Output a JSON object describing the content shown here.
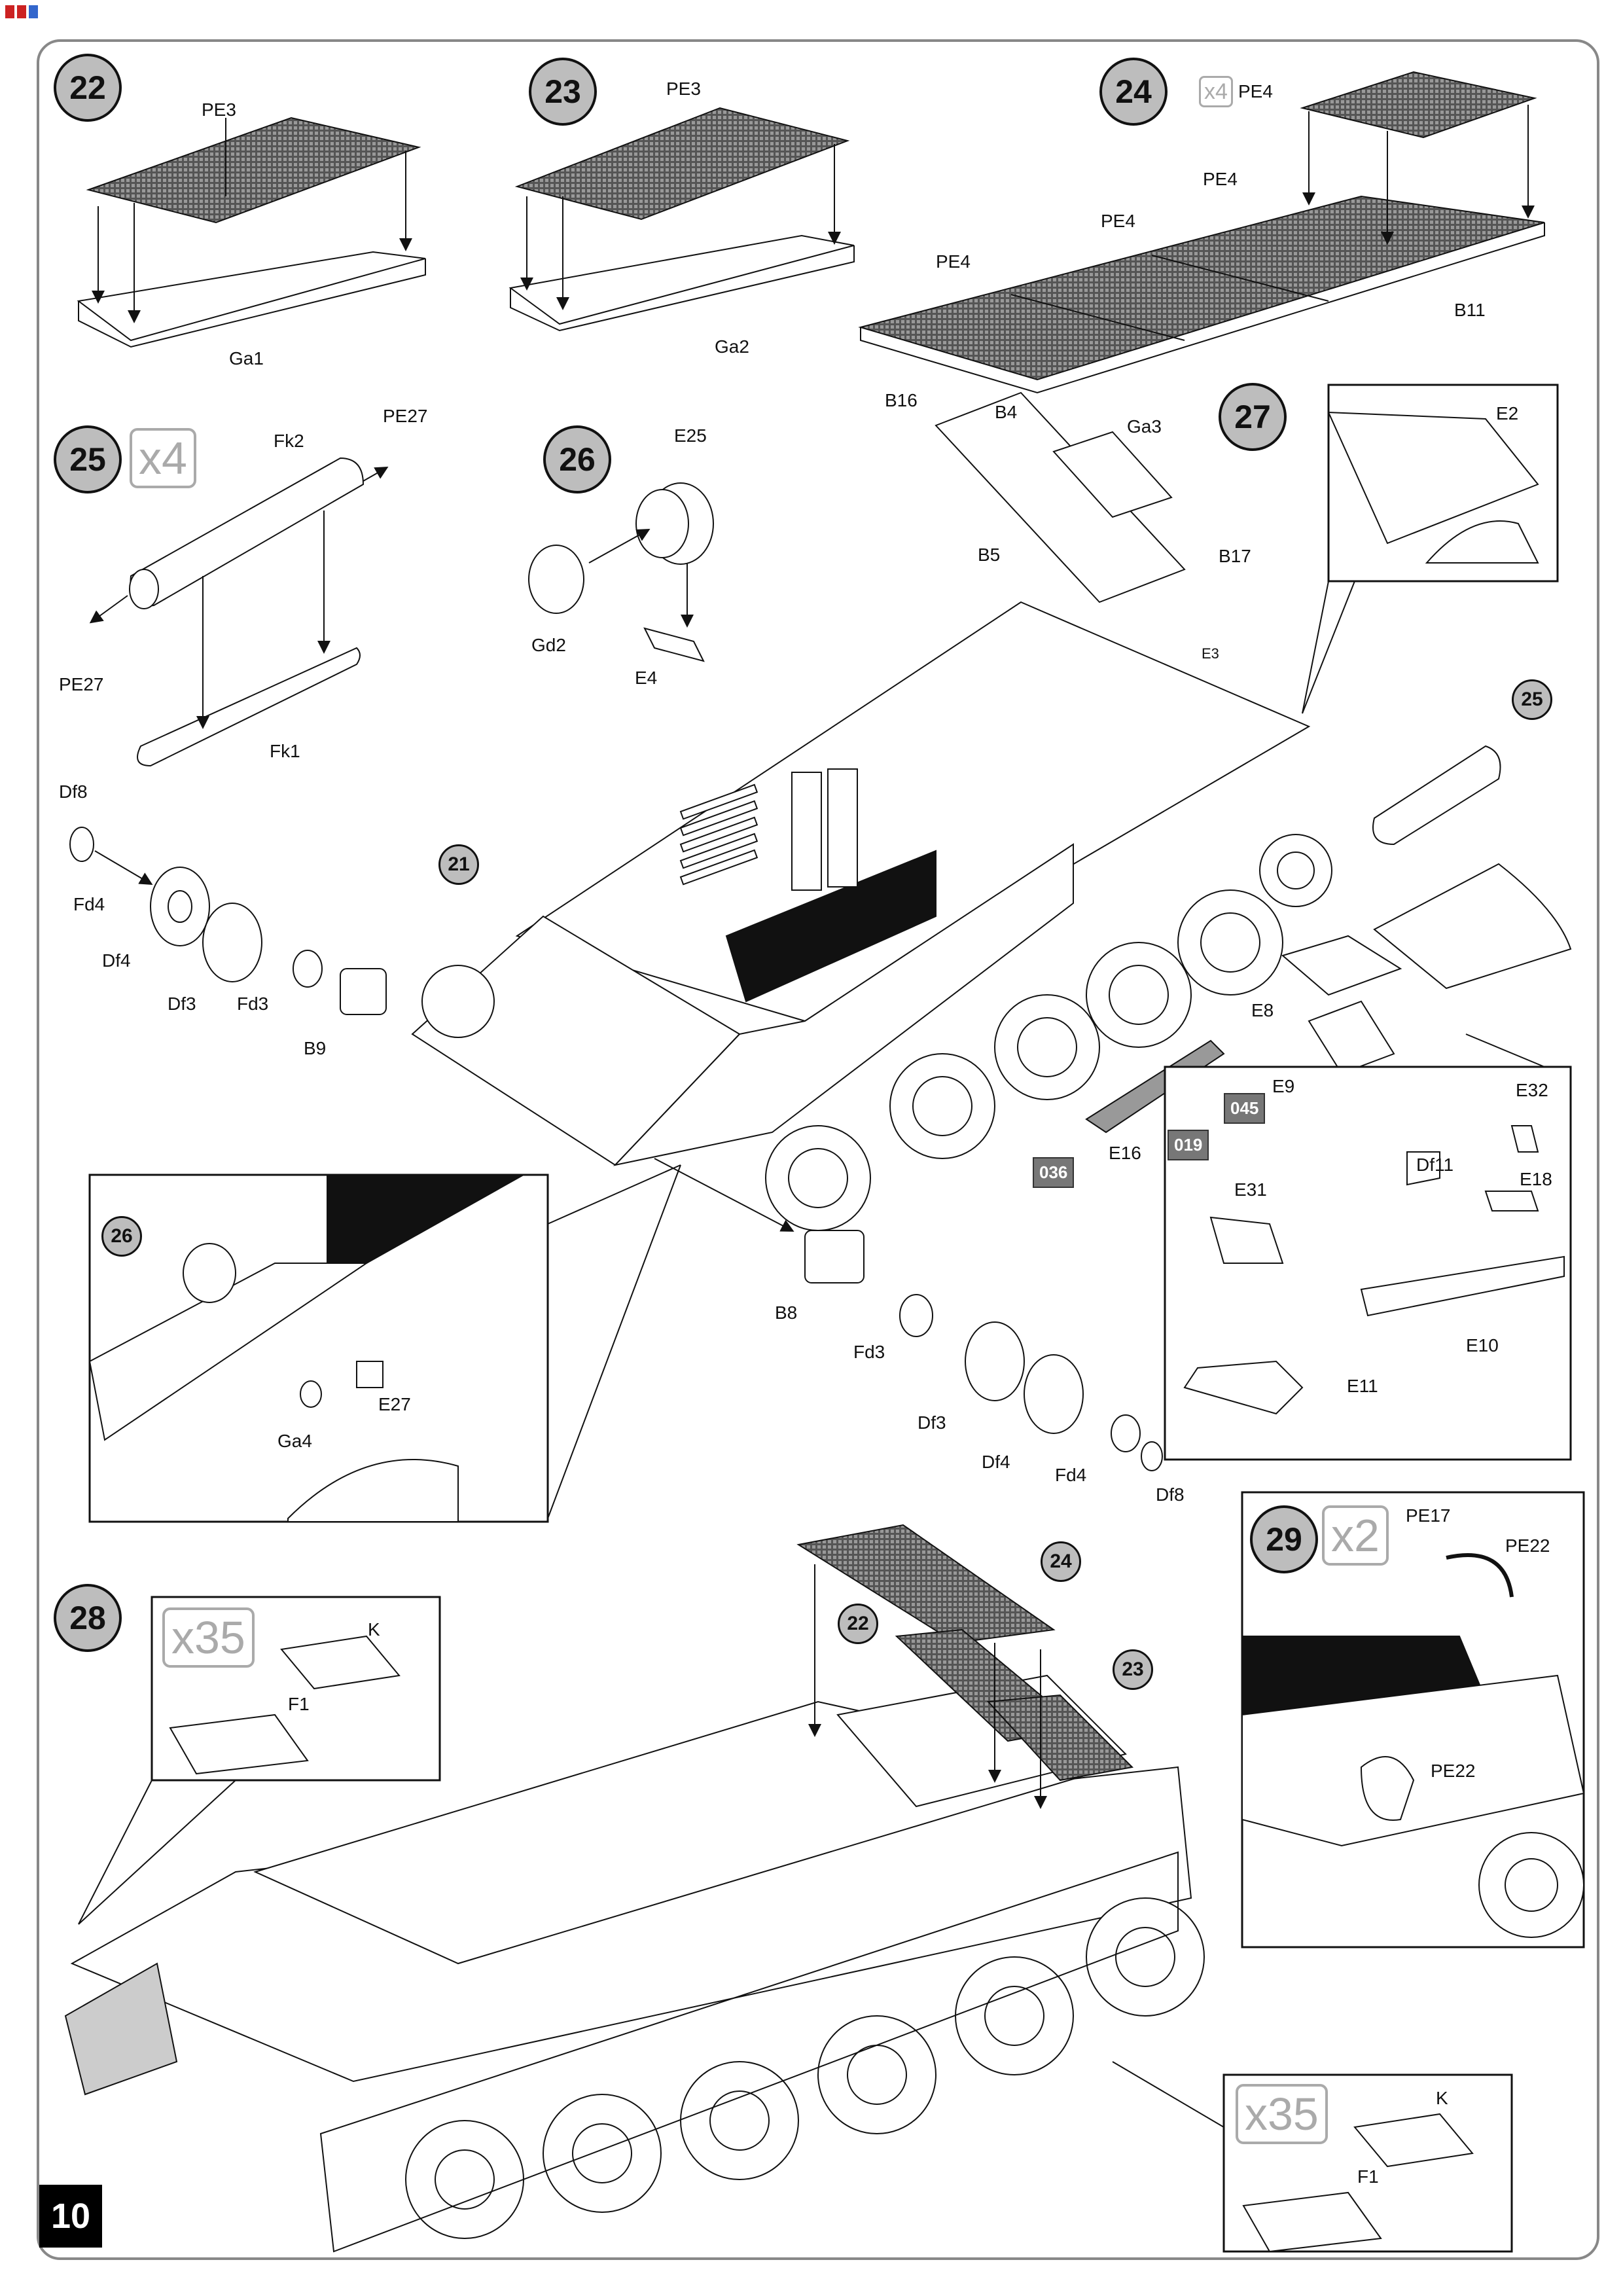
{
  "page": {
    "number": "10"
  },
  "steps": {
    "s22": "22",
    "s23": "23",
    "s24": "24",
    "s25": "25",
    "s26": "26",
    "s27": "27",
    "s28": "28",
    "s29": "29",
    "s21": "21"
  },
  "multipliers": {
    "s24": "x4",
    "s25": "x4",
    "s28": "x35",
    "s28b": "x35",
    "s29": "x2"
  },
  "labels": {
    "pe3a": "PE3",
    "ga1": "Ga1",
    "pe3b": "PE3",
    "ga2": "Ga2",
    "pe4a": "PE4",
    "pe4b": "PE4",
    "pe4c": "PE4",
    "pe4d": "PE4",
    "b11": "B11",
    "fk2": "Fk2",
    "pe27a": "PE27",
    "pe27b": "PE27",
    "fk1": "Fk1",
    "e25": "E25",
    "gd2": "Gd2",
    "e4": "E4",
    "b16": "B16",
    "b4": "B4",
    "ga3": "Ga3",
    "b5": "B5",
    "b17": "B17",
    "e3": "E3",
    "e2": "E2",
    "df8a": "Df8",
    "fd4a": "Fd4",
    "df4a": "Df4",
    "df3a": "Df3",
    "fd3a": "Fd3",
    "b9": "B9",
    "e8": "E8",
    "e9": "E9",
    "e16": "E16",
    "e32": "E32",
    "df11": "Df11",
    "e18": "E18",
    "e31": "E31",
    "e10": "E10",
    "e11": "E11",
    "e27": "E27",
    "ga4": "Ga4",
    "b8": "B8",
    "fd3b": "Fd3",
    "df3b": "Df3",
    "df4b": "Df4",
    "fd4b": "Fd4",
    "df8b": "Df8",
    "k1": "K",
    "f1a": "F1",
    "k2": "K",
    "f1b": "F1",
    "pe17": "PE17",
    "pe22a": "PE22",
    "pe22b": "PE22"
  },
  "codes": {
    "c036": "036",
    "c019": "019",
    "c045": "045"
  },
  "subrefs": {
    "r25": "25",
    "r26": "26",
    "r21": "21",
    "r24": "24",
    "r22": "22",
    "r23": "23"
  }
}
